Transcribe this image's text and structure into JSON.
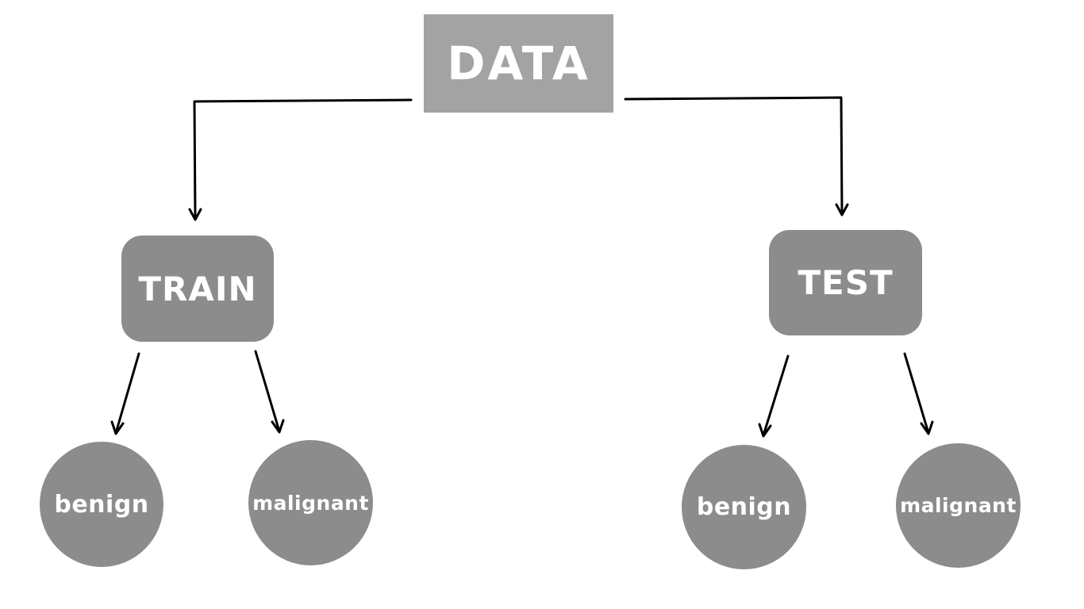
{
  "root": {
    "label": "DATA"
  },
  "splits": {
    "train": {
      "label": "TRAIN"
    },
    "test": {
      "label": "TEST"
    }
  },
  "leaves": {
    "train_benign": {
      "label": "benign"
    },
    "train_malignant": {
      "label": "malignant"
    },
    "test_benign": {
      "label": "benign"
    },
    "test_malignant": {
      "label": "malignant"
    }
  },
  "colors": {
    "root_fill": "#a3a3a3",
    "node_fill": "#8c8c8c",
    "text": "#ffffff",
    "arrow": "#000000"
  }
}
